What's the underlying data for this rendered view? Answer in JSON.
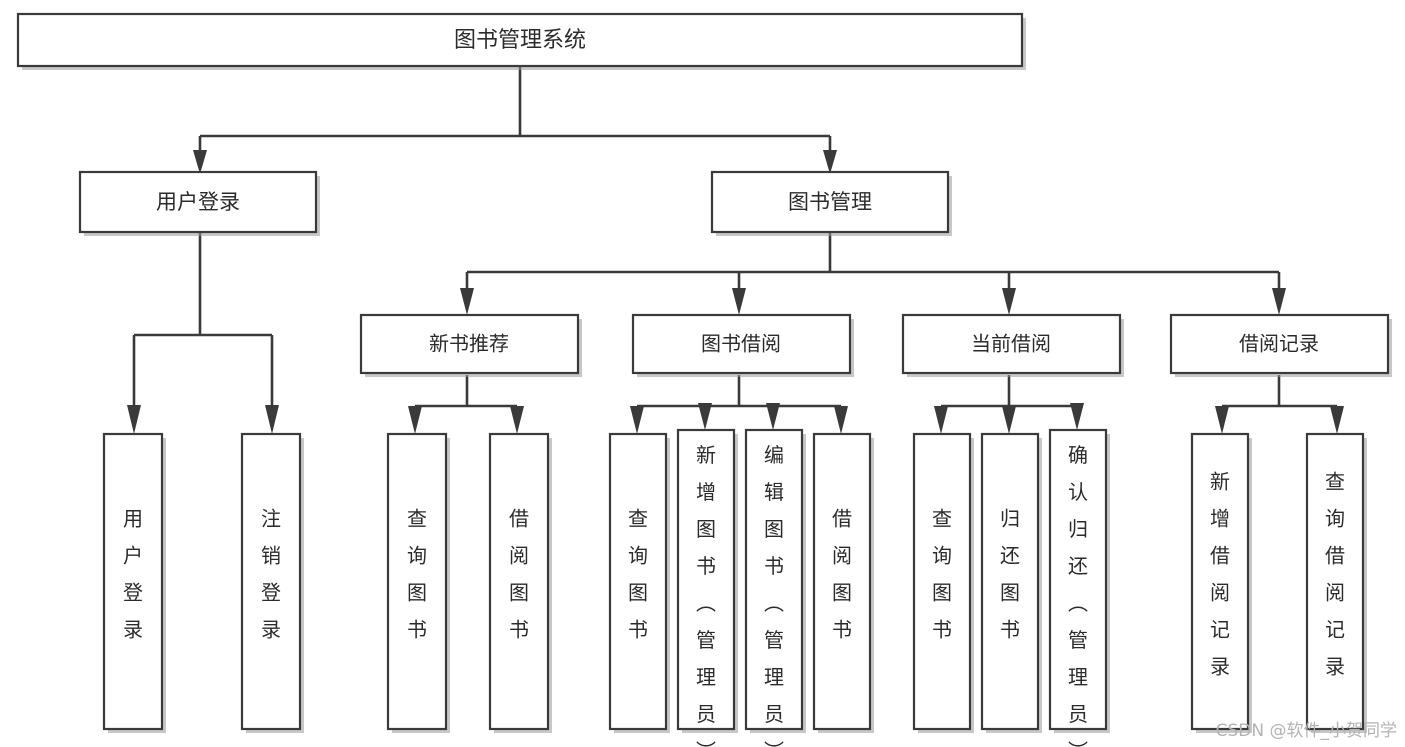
{
  "diagram": {
    "type": "tree-hierarchy",
    "title": "图书管理系统",
    "orientation": "top-down",
    "background_color": "#ffffff",
    "line_color": "#3a3a3a",
    "text_color": "#2b2b2b",
    "root": {
      "id": "root",
      "label": "图书管理系统",
      "level": 0
    },
    "level1": [
      {
        "id": "user-login",
        "label": "用户登录",
        "level": 1
      },
      {
        "id": "book-manage",
        "label": "图书管理",
        "level": 1
      }
    ],
    "level2": [
      {
        "id": "new-book-recommend",
        "label": "新书推荐",
        "level": 2,
        "parent": "book-manage"
      },
      {
        "id": "book-borrow",
        "label": "图书借阅",
        "level": 2,
        "parent": "book-manage"
      },
      {
        "id": "current-borrow",
        "label": "当前借阅",
        "level": 2,
        "parent": "book-manage"
      },
      {
        "id": "borrow-record",
        "label": "借阅记录",
        "level": 2,
        "parent": "book-manage"
      }
    ],
    "leaves": [
      {
        "id": "leaf-user-login",
        "label": "用户登录",
        "parent": "user-login",
        "vertical": true
      },
      {
        "id": "leaf-logout-login",
        "label": "注销登录",
        "parent": "user-login",
        "vertical": true
      },
      {
        "id": "leaf-query-book-1",
        "label": "查询图书",
        "parent": "new-book-recommend",
        "vertical": true
      },
      {
        "id": "leaf-borrow-book-1",
        "label": "借阅图书",
        "parent": "new-book-recommend",
        "vertical": true
      },
      {
        "id": "leaf-query-book-2",
        "label": "查询图书",
        "parent": "book-borrow",
        "vertical": true
      },
      {
        "id": "leaf-add-book",
        "label": "新增图书（管理员）",
        "parent": "book-borrow",
        "vertical": true
      },
      {
        "id": "leaf-edit-book",
        "label": "编辑图书（管理员）",
        "parent": "book-borrow",
        "vertical": true
      },
      {
        "id": "leaf-borrow-book-2",
        "label": "借阅图书",
        "parent": "book-borrow",
        "vertical": true
      },
      {
        "id": "leaf-query-book-3",
        "label": "查询图书",
        "parent": "current-borrow",
        "vertical": true
      },
      {
        "id": "leaf-return-book",
        "label": "归还图书",
        "parent": "current-borrow",
        "vertical": true
      },
      {
        "id": "leaf-confirm-return",
        "label": "确认归还（管理员）",
        "parent": "current-borrow",
        "vertical": true
      },
      {
        "id": "leaf-add-record",
        "label": "新增借阅记录",
        "parent": "borrow-record",
        "vertical": true
      },
      {
        "id": "leaf-query-record",
        "label": "查询借阅记录",
        "parent": "borrow-record",
        "vertical": true
      }
    ]
  },
  "watermark": {
    "text": "CSDN @软件_小贺同学"
  }
}
